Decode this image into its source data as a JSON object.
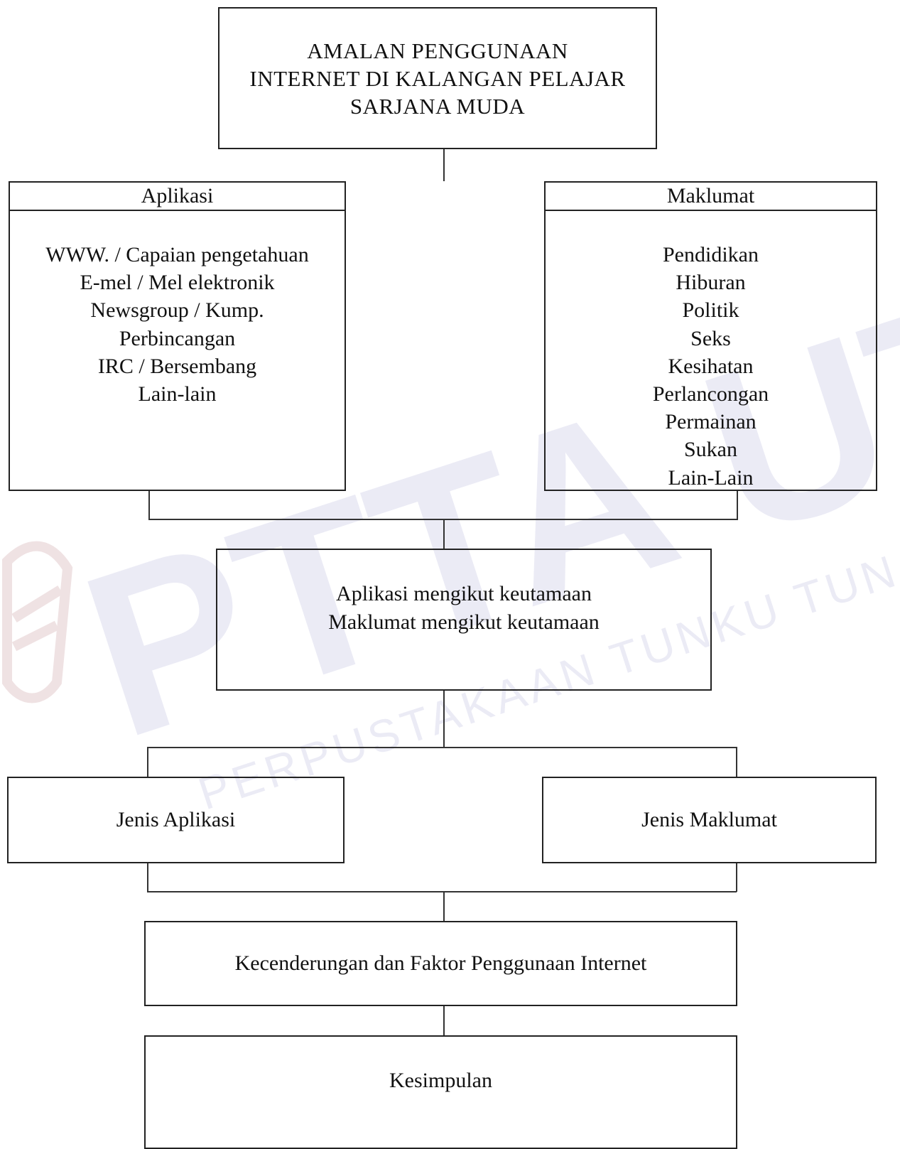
{
  "diagram": {
    "title": {
      "lines": [
        "AMALAN PENGGUNAAN",
        "INTERNET DI KALANGAN PELAJAR",
        "SARJANA MUDA"
      ]
    },
    "aplikasi": {
      "header": "Aplikasi",
      "items": [
        "WWW.  / Capaian pengetahuan",
        "E-mel / Mel elektronik",
        "Newsgroup / Kump.",
        "Perbincangan",
        "IRC / Bersembang",
        "Lain-lain"
      ]
    },
    "maklumat": {
      "header": "Maklumat",
      "items": [
        "Pendidikan",
        "Hiburan",
        "Politik",
        "Seks",
        "Kesihatan",
        "Perlancongan",
        "Permainan",
        "Sukan",
        "Lain-Lain"
      ]
    },
    "priority": {
      "lines": [
        "Aplikasi mengikut keutamaan",
        "Maklumat mengikut keutamaan"
      ]
    },
    "jenis_aplikasi": "Jenis Aplikasi",
    "jenis_maklumat": "Jenis Maklumat",
    "trend": "Kecenderungan dan Faktor Penggunaan Internet",
    "conclusion": "Kesimpulan"
  },
  "watermark": {
    "main": "PTTA UTHM",
    "arc": "PERPUSTAKAAN TUNKU TUN AMINAH",
    "color": "#d9d9ec"
  }
}
